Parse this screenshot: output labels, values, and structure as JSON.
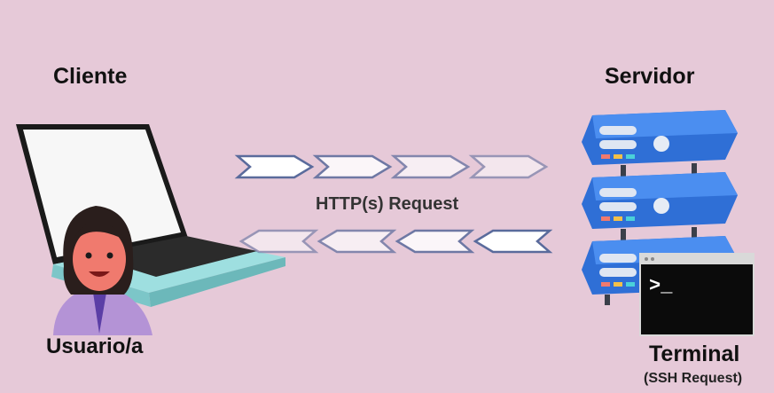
{
  "client": {
    "title": "Cliente",
    "user_label": "Usuario/a"
  },
  "server": {
    "title": "Servidor"
  },
  "connection": {
    "label": "HTTP(s) Request"
  },
  "terminal": {
    "title": "Terminal",
    "subtitle": "(SSH Request)",
    "prompt": ">_"
  },
  "colors": {
    "background": "#e6c9d8",
    "laptop_body": "#9edfe0",
    "server_blue": "#2f6fd6",
    "arrow_fill": "#ffffff",
    "arrow_outline": "#5a6b9c",
    "terminal_bg": "#0b0b0b"
  },
  "icons": [
    "laptop-icon",
    "user-avatar-icon",
    "server-rack-icon",
    "terminal-window-icon"
  ]
}
